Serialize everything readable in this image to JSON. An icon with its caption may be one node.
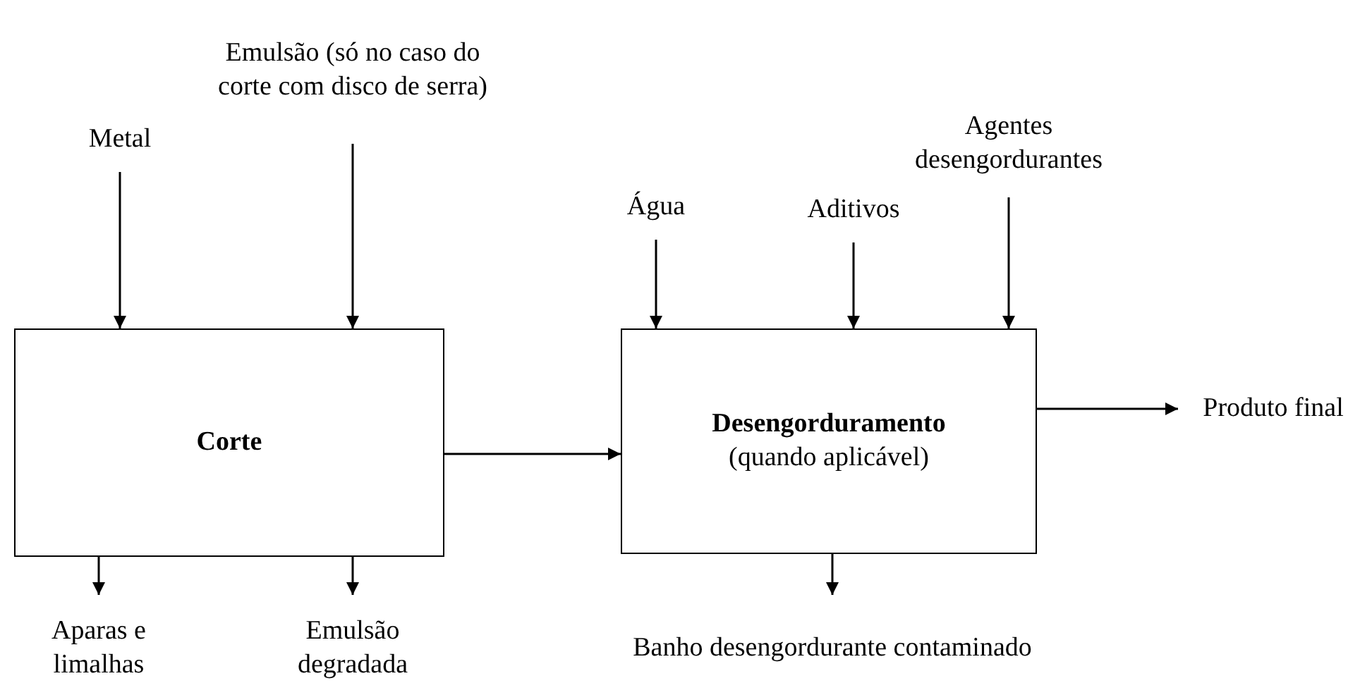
{
  "diagram": {
    "nodes": [
      {
        "text": [
          "Metal"
        ]
      },
      {
        "text": [
          "Emulsão (só no caso do corte com disco de serra)"
        ]
      },
      {
        "text": [
          "Corte"
        ]
      },
      {
        "text": [
          "Aparas e limalhas"
        ]
      },
      {
        "text": [
          "Emulsão degradada"
        ]
      },
      {
        "text": [
          "Água"
        ]
      },
      {
        "text": [
          "Aditivos"
        ]
      },
      {
        "text": [
          "Agentes desengordurantes"
        ]
      },
      {
        "text": [
          "Desengorduramento",
          "(quando aplicável)"
        ]
      },
      {
        "text": [
          "Produto final"
        ]
      },
      {
        "text": [
          "Banho desengordurante contaminado"
        ]
      }
    ],
    "edges": [
      {
        "from": 0,
        "to": 2,
        "arrow": "to"
      },
      {
        "from": 1,
        "to": 2,
        "arrow": "to"
      },
      {
        "from": 2,
        "to": 3,
        "arrow": "to"
      },
      {
        "from": 2,
        "to": 4,
        "arrow": "to"
      },
      {
        "from": 2,
        "to": 8,
        "arrow": "to"
      },
      {
        "from": 5,
        "to": 8,
        "arrow": "to"
      },
      {
        "from": 6,
        "to": 8,
        "arrow": "to"
      },
      {
        "from": 7,
        "to": 8,
        "arrow": "to"
      },
      {
        "from": 8,
        "to": 9,
        "arrow": "to"
      },
      {
        "from": 8,
        "to": 10,
        "arrow": "to"
      }
    ]
  }
}
